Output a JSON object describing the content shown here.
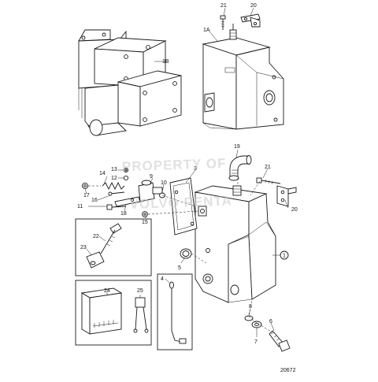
{
  "drawing_number": "20672",
  "watermark": [
    "PROPERTY OF",
    "VOLVO PENTA"
  ],
  "labels": {
    "p1": "1",
    "p1A": "1A",
    "p1B": "1B",
    "p3": "3",
    "p4": "4",
    "p5": "5",
    "p6": "6",
    "p7": "7",
    "p8": "8",
    "p9": "9",
    "p10": "10",
    "p11": "11",
    "p12": "12",
    "p13": "13",
    "p14": "14",
    "p15": "15",
    "p16": "16",
    "p17": "17",
    "p18": "18",
    "p19": "19",
    "p20a": "20",
    "p20b": "20",
    "p21a": "21",
    "p21b": "21",
    "p22": "22",
    "p23": "23",
    "p24": "24",
    "p25": "25"
  }
}
